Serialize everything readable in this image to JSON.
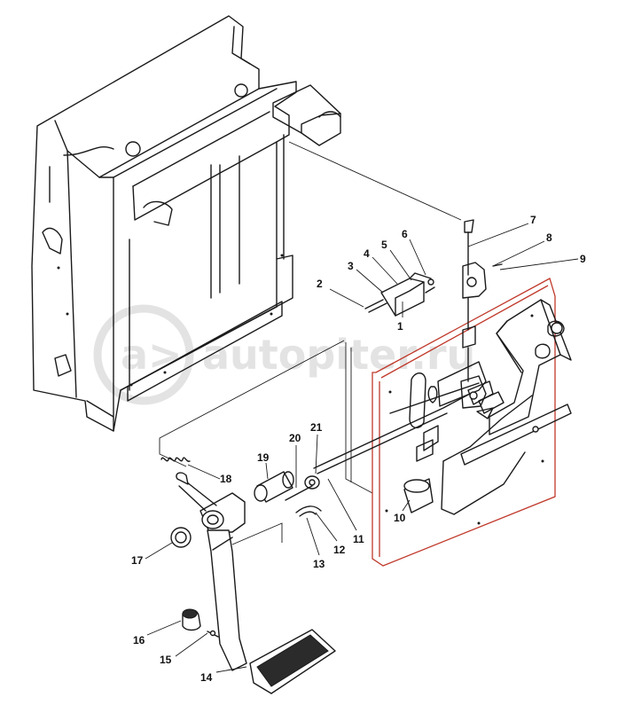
{
  "watermark": {
    "text": "autopiter.ru"
  },
  "colors": {
    "highlight": "#c0392b",
    "line": "#1a1a1a",
    "watermark": "#e3e3e3"
  },
  "callouts": [
    {
      "n": "1"
    },
    {
      "n": "2"
    },
    {
      "n": "3"
    },
    {
      "n": "4"
    },
    {
      "n": "5"
    },
    {
      "n": "6"
    },
    {
      "n": "7"
    },
    {
      "n": "8"
    },
    {
      "n": "9"
    },
    {
      "n": "10"
    },
    {
      "n": "11"
    },
    {
      "n": "12"
    },
    {
      "n": "13"
    },
    {
      "n": "14"
    },
    {
      "n": "15"
    },
    {
      "n": "16"
    },
    {
      "n": "17"
    },
    {
      "n": "18"
    },
    {
      "n": "19"
    },
    {
      "n": "20"
    },
    {
      "n": "21"
    }
  ]
}
